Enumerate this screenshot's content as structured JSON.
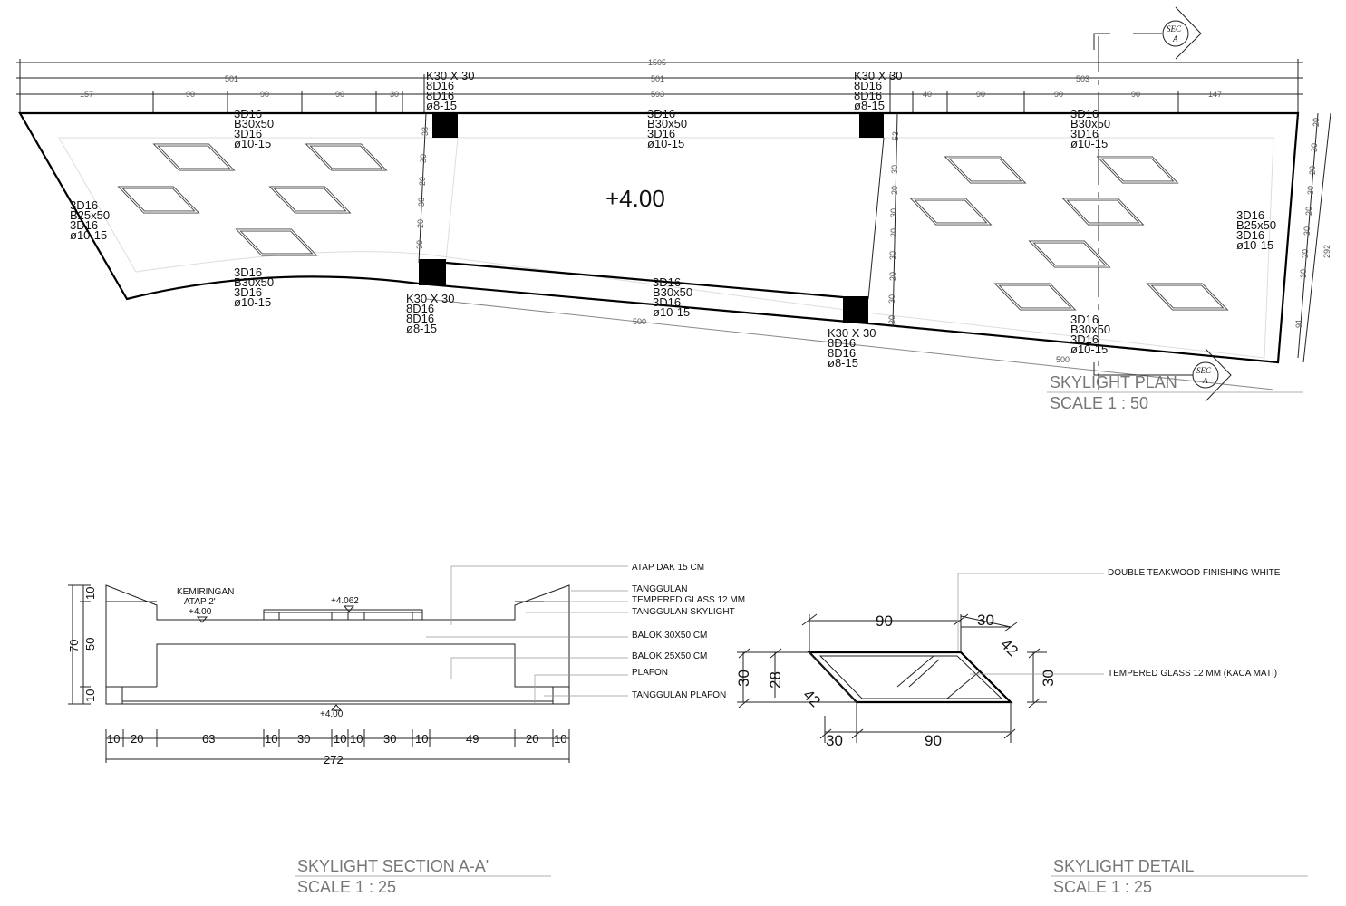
{
  "plan": {
    "total_dim": "1505",
    "segment_dims": [
      "501",
      "501",
      "503"
    ],
    "top_dims": [
      "157",
      "90",
      "90",
      "90",
      "30",
      "593",
      "40",
      "90",
      "90",
      "90",
      "147"
    ],
    "elevation": "+4.00",
    "left_vertical_dims": [
      "38",
      "30",
      "20",
      "30",
      "20",
      "30"
    ],
    "mid_vertical_dims": [
      "53",
      "30",
      "20",
      "30",
      "20",
      "30",
      "20",
      "30",
      "20"
    ],
    "right_vertical_dims": [
      "20",
      "30",
      "20",
      "30",
      "20",
      "30",
      "20",
      "30"
    ],
    "right_total_dim": "292",
    "right_bottom_dim": "91",
    "bottom_dims": [
      "500",
      "500"
    ],
    "column_label": [
      "K30 X 30",
      "8D16",
      "8D16",
      "ø8-15"
    ],
    "beam_30x50_label": [
      "3D16",
      "B30x50",
      "3D16",
      "ø10-15"
    ],
    "beam_25x50_label": [
      "3D16",
      "B25x50",
      "3D16",
      "ø10-15"
    ],
    "section_marker": {
      "line1": "SEC",
      "line2": "A"
    },
    "title": "SKYLIGHT PLAN",
    "scale": "SCALE 1 : 50"
  },
  "section": {
    "slope_note": [
      "KEMIRINGAN",
      "ATAP 2'"
    ],
    "elev_top": "+4.00",
    "elev_glass": "+4.062",
    "elev_bottom": "+4.00",
    "vertical_dims": [
      "70",
      "10",
      "50",
      "10"
    ],
    "horizontal_dims": [
      "10",
      "20",
      "63",
      "10",
      "30",
      "10",
      "10",
      "30",
      "10",
      "49",
      "20",
      "10"
    ],
    "total_dim": "272",
    "callouts": [
      "ATAP DAK 15 CM",
      "TANGGULAN",
      "TEMPERED GLASS 12 MM",
      "TANGGULAN SKYLIGHT",
      "BALOK 30X50 CM",
      "BALOK 25X50 CM",
      "PLAFON",
      "TANGGULAN PLAFON"
    ],
    "title": "SKYLIGHT SECTION A-A'",
    "scale": "SCALE 1 : 25"
  },
  "detail": {
    "dims": {
      "top": "90",
      "top_right": "30",
      "diag_right": "42",
      "right": "30",
      "left_outer": "30",
      "left_inner": "28",
      "diag_left": "42",
      "bottom_left": "30",
      "bottom": "90"
    },
    "callouts": [
      "DOUBLE TEAKWOOD FINISHING WHITE",
      "TEMPERED GLASS 12 MM (KACA MATI)"
    ],
    "title": "SKYLIGHT DETAIL",
    "scale": "SCALE 1 : 25"
  }
}
